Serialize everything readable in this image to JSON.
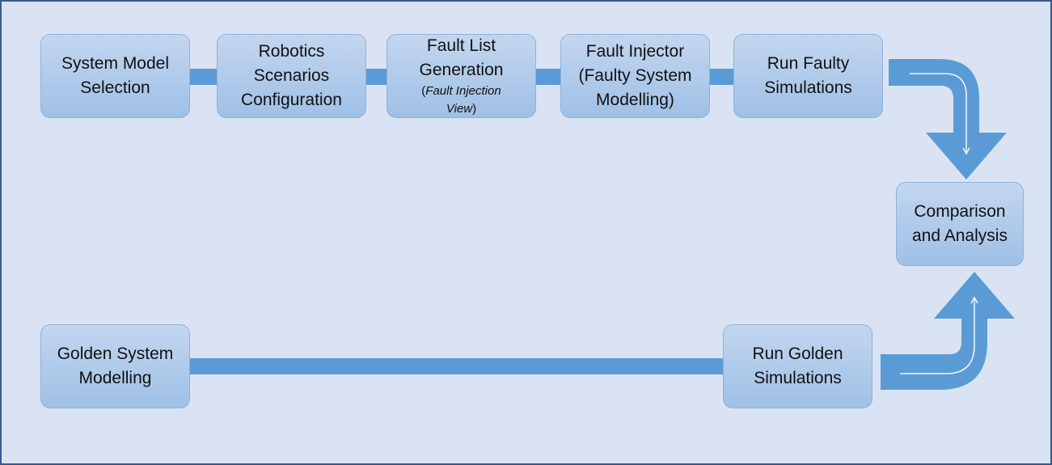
{
  "colors": {
    "background": "#dae3f3",
    "border": "#3b5a8c",
    "connector": "#5b9bd5",
    "box_top": "#c3d6ef",
    "box_bottom": "#9fc0e6",
    "box_border": "#8fb1dc"
  },
  "faulty_path": {
    "system_model_selection": [
      "System Model",
      "Selection"
    ],
    "robotics_scenarios": [
      "Robotics",
      "Scenarios",
      "Configuration"
    ],
    "fault_list_generation": {
      "lines": [
        "Fault List",
        "Generation"
      ],
      "note_open": "(",
      "note_italic_1": "Fault Injection",
      "note_italic_2": "View",
      "note_close": ")"
    },
    "fault_injector": [
      "Fault Injector",
      "(Faulty System",
      "Modelling)"
    ],
    "run_faulty_simulations": [
      "Run Faulty",
      "Simulations"
    ]
  },
  "golden_path": {
    "golden_system_modelling": [
      "Golden System",
      "Modelling"
    ],
    "run_golden_simulations": [
      "Run Golden",
      "Simulations"
    ]
  },
  "comparison_and_analysis": [
    "Comparison",
    "and Analysis"
  ]
}
